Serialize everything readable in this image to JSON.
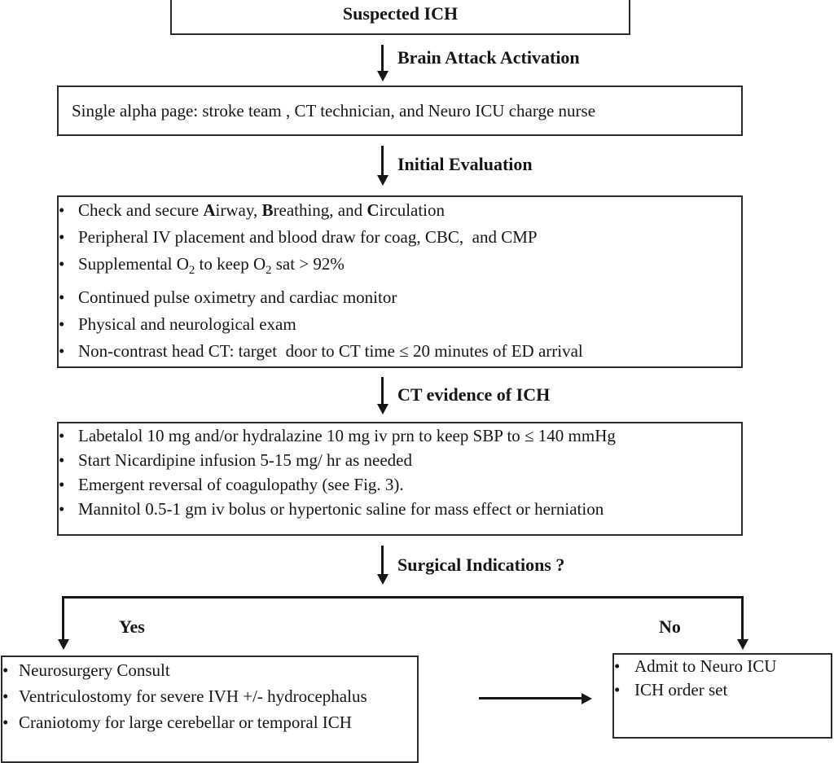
{
  "colors": {
    "background": "#ffffff",
    "line": "#161616",
    "box_border": "#2b2b2b"
  },
  "boxes": {
    "suspected_ich": {
      "label": "Suspected ICH"
    },
    "alpha_page": {
      "text": "Single alpha page: stroke team , CT technician, and Neuro ICU charge nurse"
    },
    "initial_evaluation": {
      "bullets_html": [
        "Check and secure <b>A</b>irway, <b>B</b>reathing, and <b>C</b>irculation",
        "Peripheral IV placement and blood draw for coag, CBC,&nbsp; and CMP",
        "Supplemental O<sub>2</sub> to keep O<sub>2</sub> sat &gt; 92%",
        "Continued pulse oximetry and cardiac monitor",
        "Physical and neurological exam",
        "Non-contrast head CT: target&nbsp; door to CT time ≤ 20 minutes of ED arrival"
      ]
    },
    "ich_management": {
      "bullets_html": [
        "Labetalol 10 mg and/or hydralazine 10 mg iv prn to keep SBP to ≤ 140 mmHg",
        "Start Nicardipine infusion 5-15 mg/ hr as needed",
        "Emergent reversal of coagulopathy (see Fig. 3).",
        "Mannitol 0.5-1 gm iv bolus or hypertonic saline for mass effect or herniation"
      ]
    },
    "surgery_yes": {
      "bullets_html": [
        "Neurosurgery Consult",
        "Ventriculostomy for severe IVH +/- hydrocephalus",
        "Craniotomy for large cerebellar or temporal ICH"
      ]
    },
    "surgery_no": {
      "bullets_html": [
        "Admit to Neuro ICU",
        "ICH order set"
      ]
    }
  },
  "arrows": {
    "brain_attack": "Brain Attack Activation",
    "initial_evaluation": "Initial Evaluation",
    "ct_evidence": "CT evidence of ICH",
    "surgical_indications": "Surgical Indications ?",
    "yes": "Yes",
    "no": "No"
  }
}
